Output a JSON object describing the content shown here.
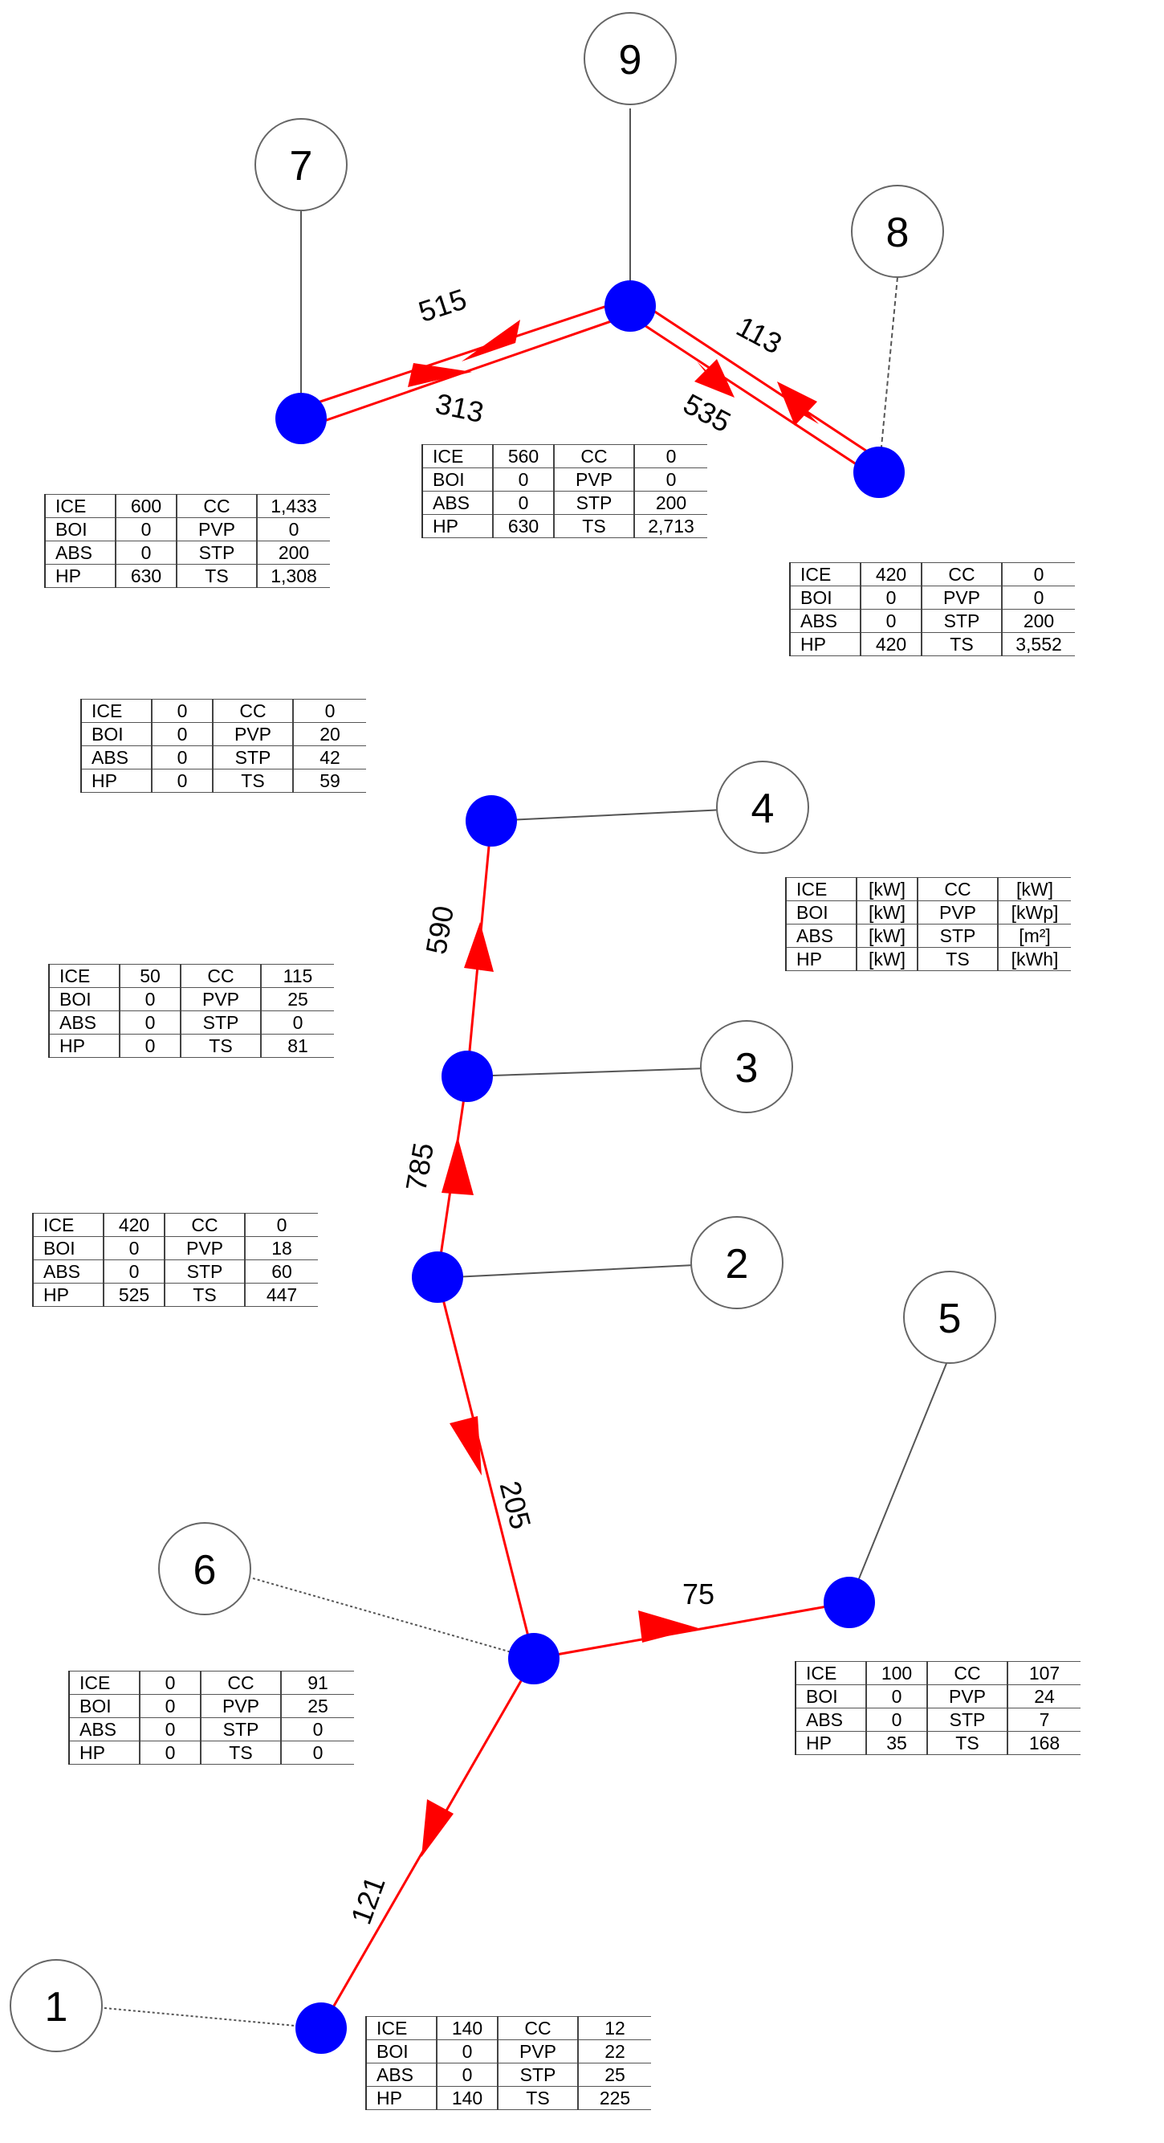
{
  "nodes": [
    {
      "id": "node-1",
      "label": "1"
    },
    {
      "id": "node-2",
      "label": "2"
    },
    {
      "id": "node-3",
      "label": "3"
    },
    {
      "id": "node-4",
      "label": "4"
    },
    {
      "id": "node-5",
      "label": "5"
    },
    {
      "id": "node-6",
      "label": "6"
    },
    {
      "id": "node-7",
      "label": "7"
    },
    {
      "id": "node-8",
      "label": "8"
    },
    {
      "id": "node-9",
      "label": "9"
    }
  ],
  "flows": {
    "f515": "515",
    "f313": "313",
    "f113": "113",
    "f535": "535",
    "f590": "590",
    "f785": "785",
    "f205": "205",
    "f75": "75",
    "f121": "121"
  },
  "tables": {
    "node7": [
      [
        "ICE",
        "600",
        "CC",
        "1,433"
      ],
      [
        "BOI",
        "0",
        "PVP",
        "0"
      ],
      [
        "ABS",
        "0",
        "STP",
        "200"
      ],
      [
        "HP",
        "630",
        "TS",
        "1,308"
      ]
    ],
    "node9": [
      [
        "ICE",
        "560",
        "CC",
        "0"
      ],
      [
        "BOI",
        "0",
        "PVP",
        "0"
      ],
      [
        "ABS",
        "0",
        "STP",
        "200"
      ],
      [
        "HP",
        "630",
        "TS",
        "2,713"
      ]
    ],
    "node8": [
      [
        "ICE",
        "420",
        "CC",
        "0"
      ],
      [
        "BOI",
        "0",
        "PVP",
        "0"
      ],
      [
        "ABS",
        "0",
        "STP",
        "200"
      ],
      [
        "HP",
        "420",
        "TS",
        "3,552"
      ]
    ],
    "node4": [
      [
        "ICE",
        "0",
        "CC",
        "0"
      ],
      [
        "BOI",
        "0",
        "PVP",
        "20"
      ],
      [
        "ABS",
        "0",
        "STP",
        "42"
      ],
      [
        "HP",
        "0",
        "TS",
        "59"
      ]
    ],
    "legend": [
      [
        "ICE",
        "[kW]",
        "CC",
        "[kW]"
      ],
      [
        "BOI",
        "[kW]",
        "PVP",
        "[kWp]"
      ],
      [
        "ABS",
        "[kW]",
        "STP",
        "[m²]"
      ],
      [
        "HP",
        "[kW]",
        "TS",
        "[kWh]"
      ]
    ],
    "node3": [
      [
        "ICE",
        "50",
        "CC",
        "115"
      ],
      [
        "BOI",
        "0",
        "PVP",
        "25"
      ],
      [
        "ABS",
        "0",
        "STP",
        "0"
      ],
      [
        "HP",
        "0",
        "TS",
        "81"
      ]
    ],
    "node2": [
      [
        "ICE",
        "420",
        "CC",
        "0"
      ],
      [
        "BOI",
        "0",
        "PVP",
        "18"
      ],
      [
        "ABS",
        "0",
        "STP",
        "60"
      ],
      [
        "HP",
        "525",
        "TS",
        "447"
      ]
    ],
    "node5": [
      [
        "ICE",
        "100",
        "CC",
        "107"
      ],
      [
        "BOI",
        "0",
        "PVP",
        "24"
      ],
      [
        "ABS",
        "0",
        "STP",
        "7"
      ],
      [
        "HP",
        "35",
        "TS",
        "168"
      ]
    ],
    "node6": [
      [
        "ICE",
        "0",
        "CC",
        "91"
      ],
      [
        "BOI",
        "0",
        "PVP",
        "25"
      ],
      [
        "ABS",
        "0",
        "STP",
        "0"
      ],
      [
        "HP",
        "0",
        "TS",
        "0"
      ]
    ],
    "node1": [
      [
        "ICE",
        "140",
        "CC",
        "12"
      ],
      [
        "BOI",
        "0",
        "PVP",
        "22"
      ],
      [
        "ABS",
        "0",
        "STP",
        "25"
      ],
      [
        "HP",
        "140",
        "TS",
        "225"
      ]
    ]
  },
  "colors": {
    "pipe": "#ff0000",
    "junction": "#0000ff",
    "connector": "#555555"
  }
}
